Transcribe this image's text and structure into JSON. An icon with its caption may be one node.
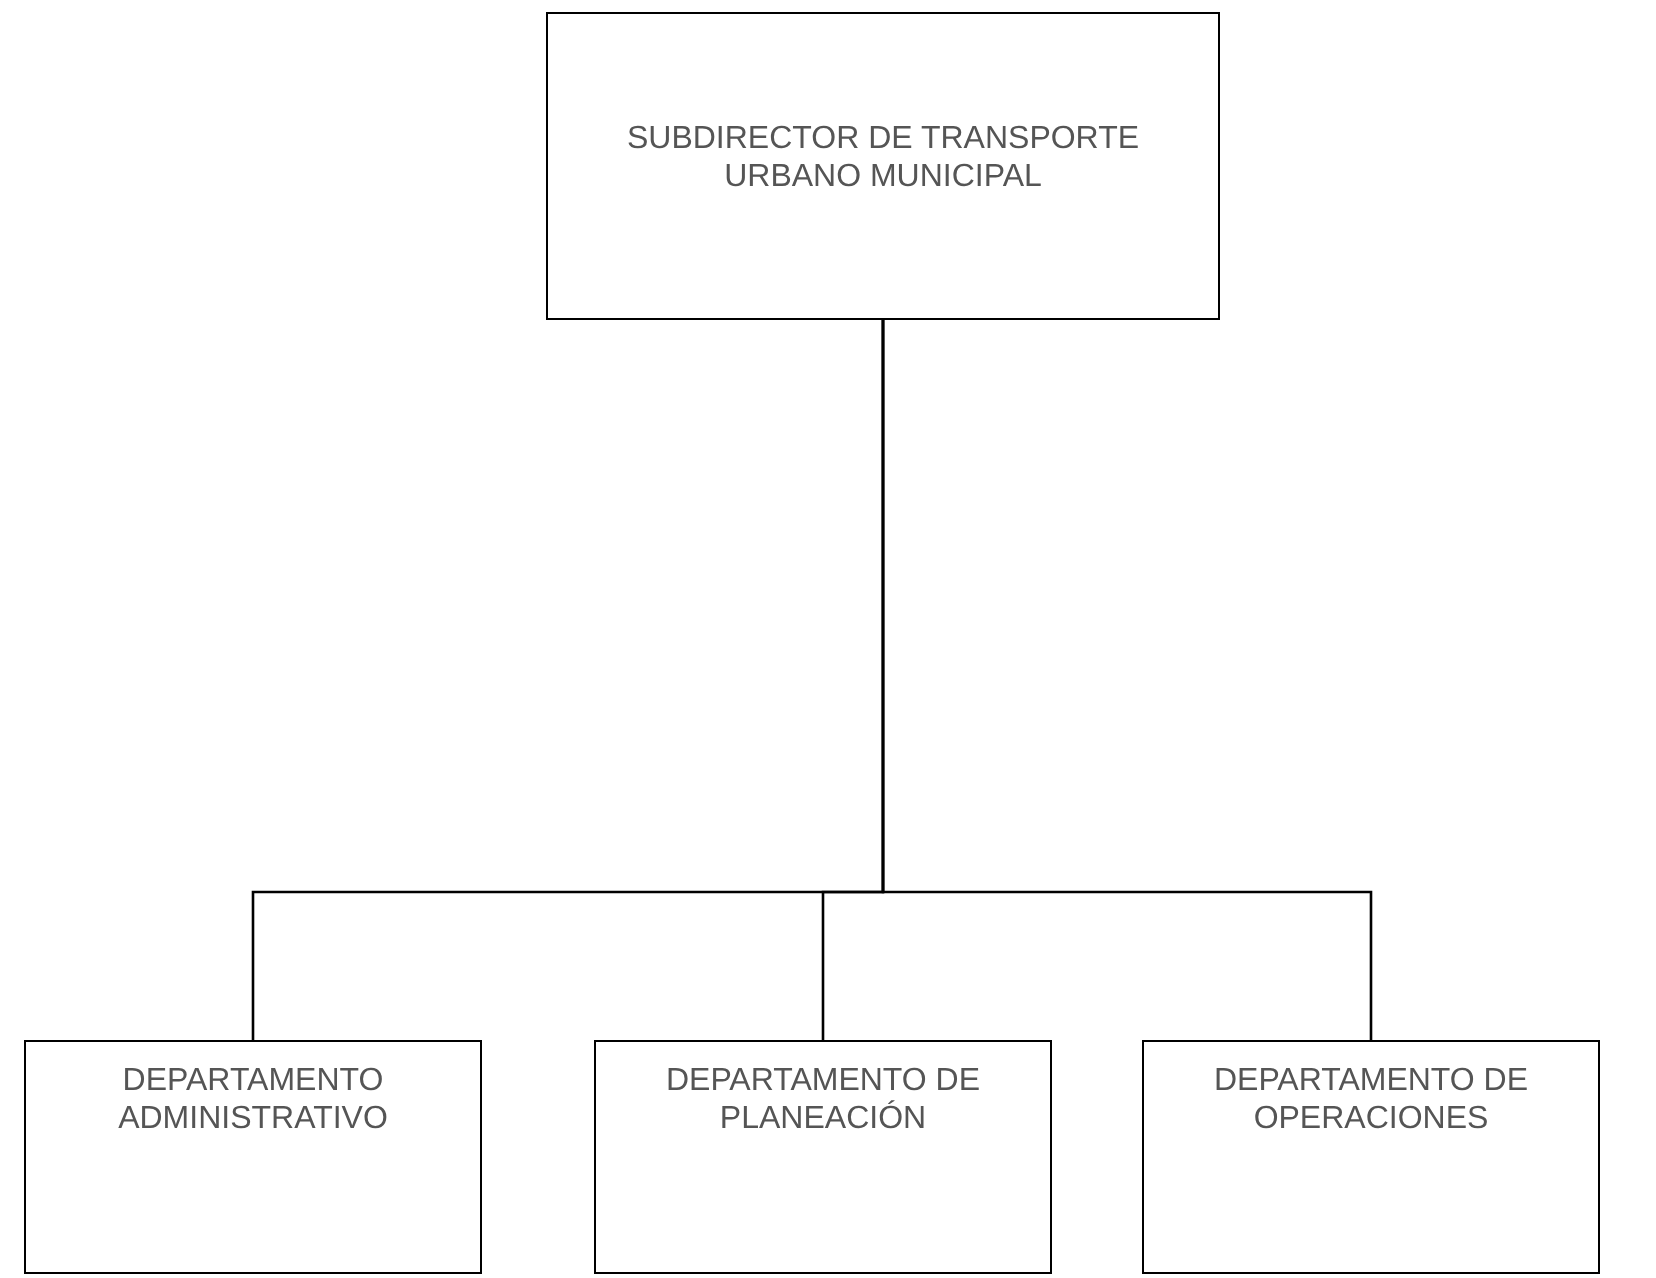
{
  "diagram": {
    "nodes": [
      {
        "text": [
          "SUBDIRECTOR DE TRANSPORTE URBANO MUNICIPAL"
        ]
      },
      {
        "text": [
          "DEPARTAMENTO ADMINISTRATIVO"
        ]
      },
      {
        "text": [
          "DEPARTAMENTO DE PLANEACIÓN"
        ]
      },
      {
        "text": [
          "DEPARTAMENTO DE OPERACIONES"
        ]
      }
    ],
    "edges": [
      {
        "from": 0,
        "to": 1,
        "arrow": "none"
      },
      {
        "from": 0,
        "to": 2,
        "arrow": "none"
      },
      {
        "from": 0,
        "to": 3,
        "arrow": "none"
      }
    ]
  }
}
